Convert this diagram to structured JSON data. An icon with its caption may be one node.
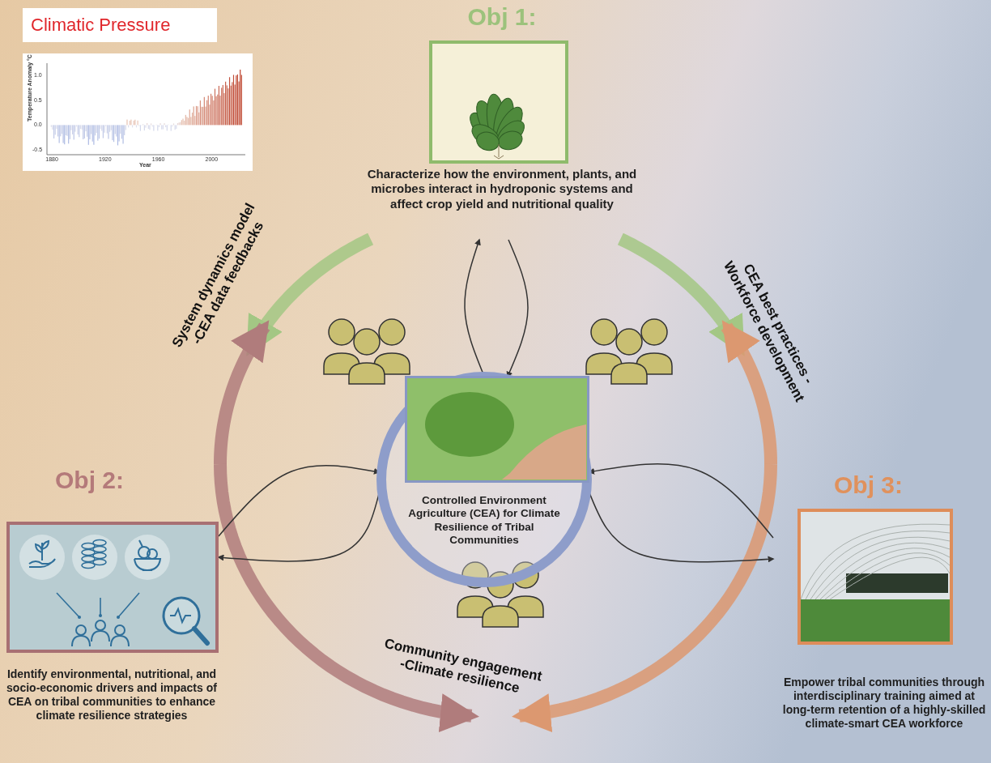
{
  "diagram": {
    "nodes": [
      {
        "text": [
          "Climatic Pressure"
        ]
      },
      {
        "text": [
          "Obj 1:",
          "Characterize how the environment, plants, and microbes interact in hydroponic systems and affect crop yield and nutritional quality"
        ]
      },
      {
        "text": [
          "Obj 2:",
          "Identify environmental, nutritional, and socio-economic drivers and impacts of CEA on tribal communities to enhance climate resilience strategies"
        ]
      },
      {
        "text": [
          "Obj 3:",
          "Empower tribal communities through interdisciplinary training aimed at long-term retention of a highly-skilled climate-smart CEA workforce"
        ]
      },
      {
        "text": [
          "Controlled Environment Agriculture (CEA) for Climate Resilience of Tribal Communities"
        ]
      }
    ],
    "edges": [
      {
        "from": 4,
        "to": 1,
        "arrow": "to"
      },
      {
        "from": 1,
        "to": 4,
        "arrow": "to"
      },
      {
        "from": 2,
        "to": 4,
        "arrow": "to"
      },
      {
        "from": 4,
        "to": 2,
        "arrow": "to"
      },
      {
        "from": 3,
        "to": 4,
        "arrow": "to"
      },
      {
        "from": 4,
        "to": 3,
        "arrow": "to"
      }
    ],
    "labels": [
      "1.0",
      "0.5",
      "0.0",
      "-0.5",
      "Temperature Anomaly °C",
      "1880",
      "1920",
      "1960",
      "2000",
      "Year",
      "System dynamics model -CEA data feedbacks",
      "CEA best practices -Workforce development",
      "Community engagement -Climate resilience"
    ]
  }
}
